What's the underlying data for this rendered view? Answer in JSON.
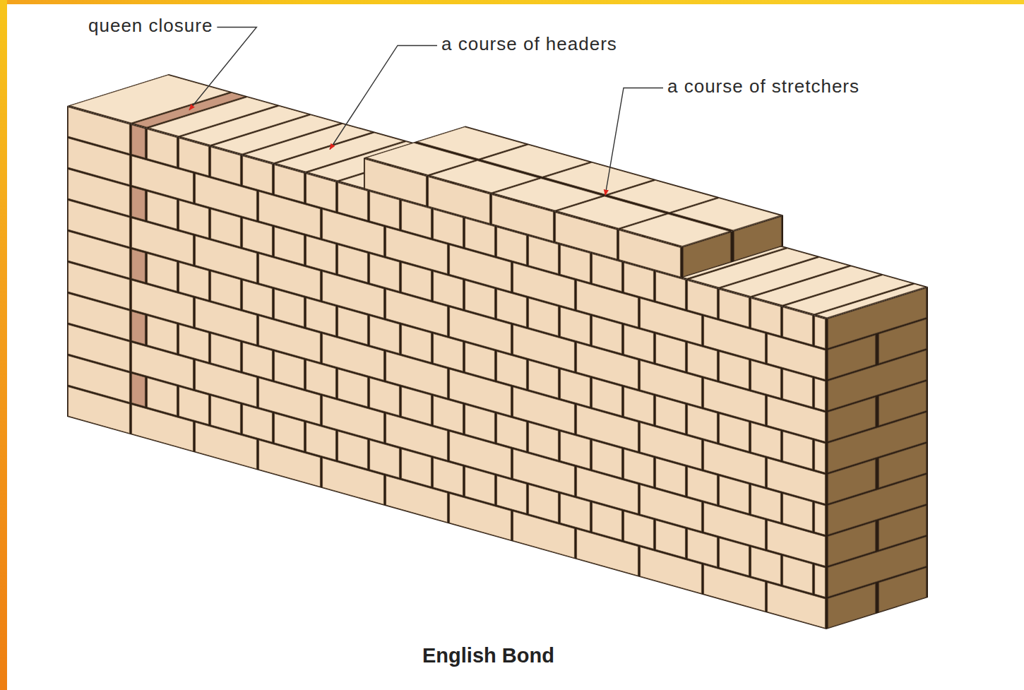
{
  "diagram": {
    "caption": "English Bond",
    "labels": [
      "queen closure",
      "a course of headers",
      "a course of stretchers"
    ]
  }
}
